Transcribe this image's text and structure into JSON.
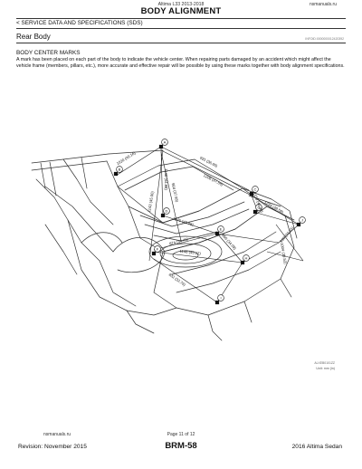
{
  "header": {
    "model_line": "Altima L33 2013-2018",
    "site": "nsmanuals.ru",
    "title": "BODY ALIGNMENT",
    "breadcrumb": "< SERVICE DATA AND SPECIFICATIONS (SDS)"
  },
  "section": {
    "title": "Rear Body",
    "code": "INFOID:0000000012420392"
  },
  "body_center_marks": {
    "heading": "BODY CENTER MARKS",
    "paragraph": "A mark has been placed on each part of the body to indicate the vehicle center. When repairing parts damaged by an accident which might affect the vehicle frame (members, pillars, etc.), more accurate and effective repair will be possible by using these marks together with body alignment specifications."
  },
  "figure": {
    "point_letters": [
      "A",
      "B",
      "C",
      "D",
      "E",
      "F",
      "G",
      "H",
      "I",
      "J"
    ],
    "dimensions": [
      "1020 (40.16)",
      "931 (36.65)",
      "1140 (44.88)",
      "1143 (45.00)",
      "964 (37.95)",
      "1208 (47.56)",
      "1153 (45.39)",
      "1234 (48.58)",
      "1145 (45.08)",
      "874 (34.41)",
      "1146 (45.12)",
      "832 (32.76)",
      "866 (34.09)",
      "1004 (39.53)",
      "880 (34.65)"
    ],
    "figure_code": "ALXEB0101ZZ",
    "unit_note": "Unit: mm (in)"
  },
  "footer": {
    "site": "nsmanuals.ru",
    "page_of": "Page 11 of 12",
    "revision": "Revision: November 2015",
    "page_number": "BRM-58",
    "model": "2016 Altima Sedan"
  }
}
